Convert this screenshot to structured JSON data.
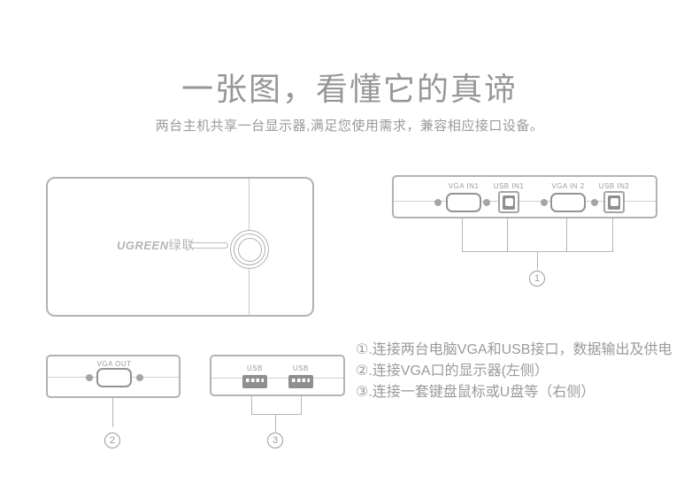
{
  "header": {
    "title": "一张图，看懂它的真谛",
    "subtitle": "两台主机共享一台显示器,满足您使用需求，兼容相应接口设备。"
  },
  "device": {
    "brand_en": "UGREEN",
    "brand_cn": "绿联"
  },
  "back_panel": {
    "ports": [
      {
        "type": "vga",
        "label": "VGA IN1"
      },
      {
        "type": "usb-b",
        "label": "USB IN1"
      },
      {
        "type": "vga",
        "label": "VGA IN 2"
      },
      {
        "type": "usb-b",
        "label": "USB IN2"
      }
    ],
    "callout": "1"
  },
  "monitor_panel": {
    "ports": [
      {
        "type": "vga",
        "label": "VGA OUT"
      }
    ],
    "callout": "2"
  },
  "usb_panel": {
    "ports": [
      {
        "type": "usb-a",
        "label": "USB"
      },
      {
        "type": "usb-a",
        "label": "USB"
      }
    ],
    "callout": "3"
  },
  "notes": [
    "①.连接两台电脑VGA和USB接口，数据输出及供电",
    "②.连接VGA口的显示器(左侧）",
    "③.连接一套键盘鼠标或U盘等（右侧）"
  ],
  "colors": {
    "title_gray": "#979797",
    "text_gray": "#9a9a9a",
    "outline_gray": "#b2b2b2",
    "connector_gray": "#8f8f8f",
    "background": "#ffffff"
  }
}
